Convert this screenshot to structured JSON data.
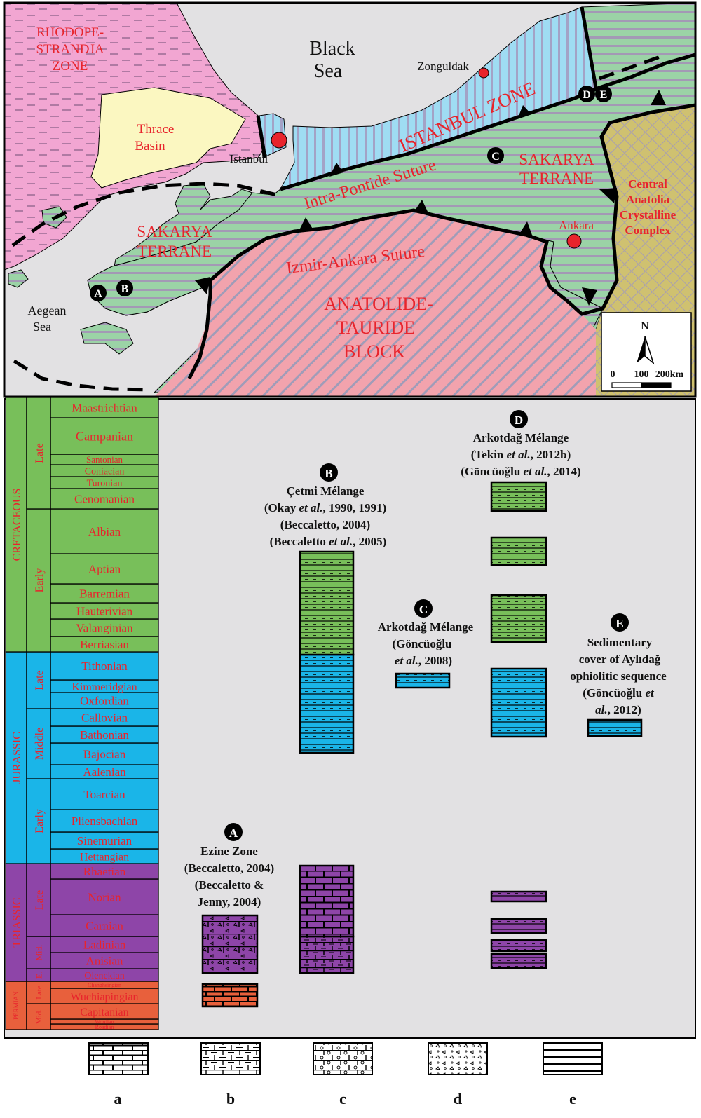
{
  "map": {
    "labels": {
      "rhodope": [
        "RHODOPE-",
        "STRANDJA",
        "ZONE"
      ],
      "black_sea": [
        "Black",
        "Sea"
      ],
      "zonguldak": "Zonguldak",
      "thrace": [
        "Thrace",
        "Basin"
      ],
      "istanbul_city": "Istanbul",
      "istanbul_zone": "ISTANBUL ZONE",
      "intra_pontide": "Intra-Pontide Suture",
      "sakarya_east": [
        "SAKARYA",
        "TERRANE"
      ],
      "sakarya_west": [
        "SAKARYA",
        "TERRANE"
      ],
      "izmir_ankara": "Izmir-Ankara Suture",
      "ankara": "Ankara",
      "anatolide": [
        "ANATOLIDE-",
        "TAURIDE",
        "BLOCK"
      ],
      "caca": [
        "Central",
        "Anatolia",
        "Crystalline",
        "Complex"
      ],
      "aegean": [
        "Aegean",
        "Sea"
      ]
    },
    "site_markers": [
      "A",
      "B",
      "C",
      "D",
      "E"
    ],
    "scale": {
      "north": "N",
      "ticks": [
        "0",
        "100",
        "200km"
      ]
    }
  },
  "chart_data": {
    "type": "stratigraphic-range",
    "systems": [
      "PERMIAN",
      "TRIASSIC",
      "JURASSIC",
      "CRETACEOUS"
    ],
    "series": [
      "Mid.",
      "Late",
      "E.",
      "Mid.",
      "Late",
      "Early",
      "Middle",
      "Late",
      "Early",
      "Late"
    ],
    "stages": [
      "Roadian",
      "Wordian",
      "Capitanian",
      "Wuchiapingian",
      "Changhsingian",
      "Olenekian",
      "Anisian",
      "Ladinian",
      "Carnian",
      "Norian",
      "Rhaetian",
      "Hettangian",
      "Sinemurian",
      "Pliensbachian",
      "Toarcian",
      "Aalenian",
      "Bajocian",
      "Bathonian",
      "Callovian",
      "Oxfordian",
      "Kimmeridgian",
      "Tithonian",
      "Berriasian",
      "Valanginian",
      "Hauterivian",
      "Barremian",
      "Aptian",
      "Albian",
      "Cenomanian",
      "Turonian",
      "Coniacian",
      "Santonian",
      "Campanian",
      "Maastrichtian"
    ],
    "sections": [
      {
        "marker": "A",
        "title": "Ezine Zone",
        "refs": [
          "(Beccaletto, 2004)",
          "(Beccaletto &",
          "Jenny, 2004)"
        ],
        "intervals": [
          {
            "from": "Wuchiapingian",
            "to": "Wuchiapingian",
            "lithology": "a"
          },
          {
            "from": "Olenekian",
            "to": "Carnian",
            "lithology": "c/d"
          }
        ]
      },
      {
        "marker": "B",
        "title": "Çetmi Mélange",
        "refs": [
          "(Okay et al., 1990, 1991)",
          "(Beccaletto, 2004)",
          "(Beccaletto et al., 2005)"
        ],
        "intervals": [
          {
            "from": "Olenekian",
            "to": "Ladinian",
            "lithology": "b"
          },
          {
            "from": "Carnian",
            "to": "Rhaetian",
            "lithology": "a"
          },
          {
            "from": "Bajocian",
            "to": "Albian",
            "lithology": "e"
          }
        ]
      },
      {
        "marker": "C",
        "title": "Arkotdağ Mélange",
        "refs": [
          "(Göncüoğlu",
          "et al., 2008)"
        ],
        "intervals": [
          {
            "from": "Tithonian",
            "to": "Tithonian",
            "lithology": "e"
          }
        ]
      },
      {
        "marker": "D",
        "title": "Arkotdağ Mélange",
        "refs": [
          "(Tekin et al., 2012b)",
          "(Göncüoğlu et al., 2014)"
        ],
        "intervals": [
          {
            "from": "Anisian",
            "to": "Norian",
            "lithology": "e"
          },
          {
            "from": "Bathonian",
            "to": "Tithonian",
            "lithology": "e"
          },
          {
            "from": "Berriasian",
            "to": "Barremian",
            "lithology": "e"
          },
          {
            "from": "Aptian",
            "to": "Albian",
            "lithology": "e"
          },
          {
            "from": "Cenomanian",
            "to": "Turonian",
            "lithology": "e"
          }
        ]
      },
      {
        "marker": "E",
        "title": "Sedimentary cover of Aylıdağ ophiolitic sequence",
        "refs": [
          "(Göncüoğlu et",
          "al., 2012)"
        ],
        "intervals": [
          {
            "from": "Bathonian",
            "to": "Bathonian",
            "lithology": "e"
          }
        ]
      }
    ],
    "legend": [
      "a",
      "b",
      "c",
      "d",
      "e"
    ],
    "colors": {
      "permian": "#e8603c",
      "triassic": "#8e45a8",
      "jurassic": "#1ab5e8",
      "cretaceous": "#78bf5a",
      "stage_text": "#e8242c"
    }
  },
  "text": {
    "sec_b": [
      "Çetmi Mélange",
      "(Okay ",
      "et al.",
      ", 1990, 1991)",
      "(Beccaletto, 2004)",
      "(Beccaletto ",
      "et al.",
      ", 2005)"
    ],
    "sec_a": [
      "Ezine Zone",
      "(Beccaletto, 2004)",
      "(Beccaletto &",
      "Jenny, 2004)"
    ],
    "sec_c": [
      "Arkotdağ Mélange",
      "(Göncüoğlu",
      "et al.",
      ", 2008)"
    ],
    "sec_d": [
      "Arkotdağ Mélange",
      "(Tekin ",
      "et al.",
      ", 2012b)",
      "(Göncüoğlu ",
      "et al.",
      ", 2014)"
    ],
    "sec_e": [
      "Sedimentary",
      "cover of Aylıdağ",
      "ophiolitic sequence",
      "(Göncüoğlu ",
      "et",
      "al.",
      ", 2012)"
    ]
  }
}
